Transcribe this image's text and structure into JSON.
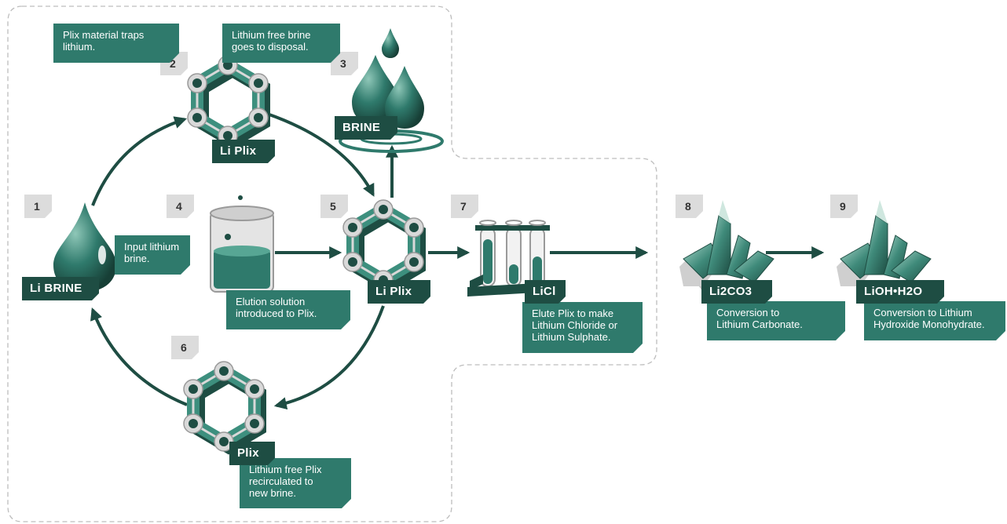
{
  "notes": {
    "n2": "Plix material traps\nlithium.",
    "n3": "Lithium free brine\ngoes to disposal.",
    "n1": "Input lithium\nbrine.",
    "n4": "Elution solution\nintroduced to Plix.",
    "n6": "Lithium free Plix\nrecirculated to\nnew brine.",
    "n7": "Elute Plix to make\nLithium Chloride or\nLithium Sulphate.",
    "n8": "Conversion to\nLithium Carbonate.",
    "n9": "Conversion to Lithium\nHydroxide Monohydrate."
  },
  "steps": [
    "1",
    "2",
    "3",
    "4",
    "5",
    "6",
    "7",
    "8",
    "9"
  ],
  "tags": {
    "li_brine": "Li BRINE",
    "li_plix_top": "Li Plix",
    "brine": "BRINE",
    "li_plix_mid": "Li Plix",
    "plix": "Plix",
    "licl": "LiCl",
    "li2co3": "Li2CO3",
    "lioh": "LiOH•H2O"
  },
  "colors": {
    "primary_teal": "#2f7a6c",
    "dark_green": "#1e4d43",
    "step_badge": "#dcdcdc",
    "arrow": "#1e4d43",
    "region_border": "#bdbdbd"
  },
  "icons": [
    "water-drop-icon",
    "plix-ring-icon",
    "beaker-icon",
    "test-tubes-icon",
    "crystal-icon"
  ]
}
